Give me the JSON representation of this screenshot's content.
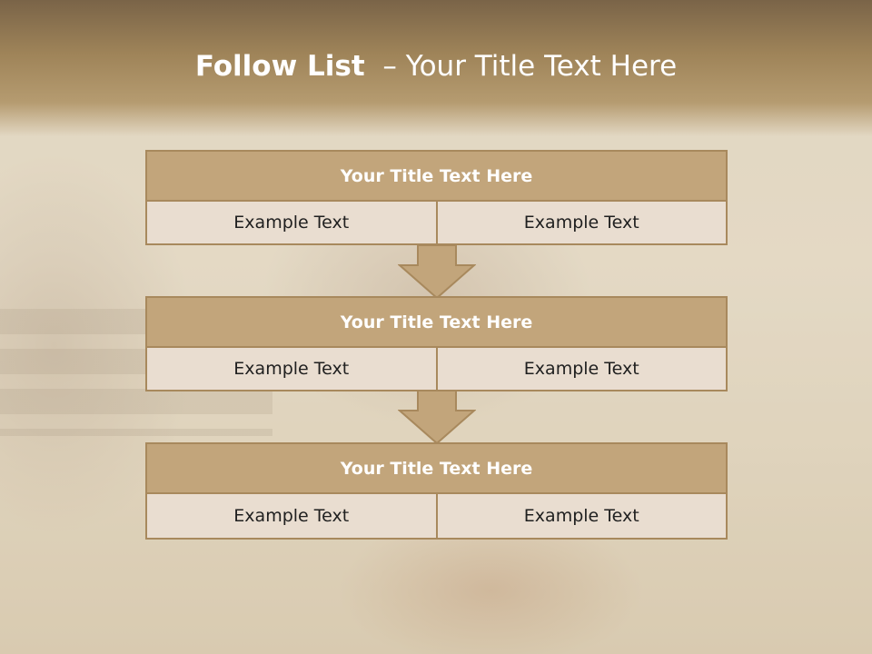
{
  "slide": {
    "title_bold": "Follow List",
    "title_rest": "– Your Title Text Here",
    "colors": {
      "header": "#9f8459",
      "box_title": "#c2a57b",
      "box_cell": "#e9ddd0",
      "border": "#a8895d",
      "arrow": "#c2a57b"
    },
    "steps": [
      {
        "title": "Your Title Text Here",
        "left": "Example Text",
        "right": "Example Text"
      },
      {
        "title": "Your Title Text Here",
        "left": "Example Text",
        "right": "Example Text"
      },
      {
        "title": "Your Title Text Here",
        "left": "Example Text",
        "right": "Example Text"
      }
    ],
    "arrow_icon": "down-arrow-icon"
  }
}
